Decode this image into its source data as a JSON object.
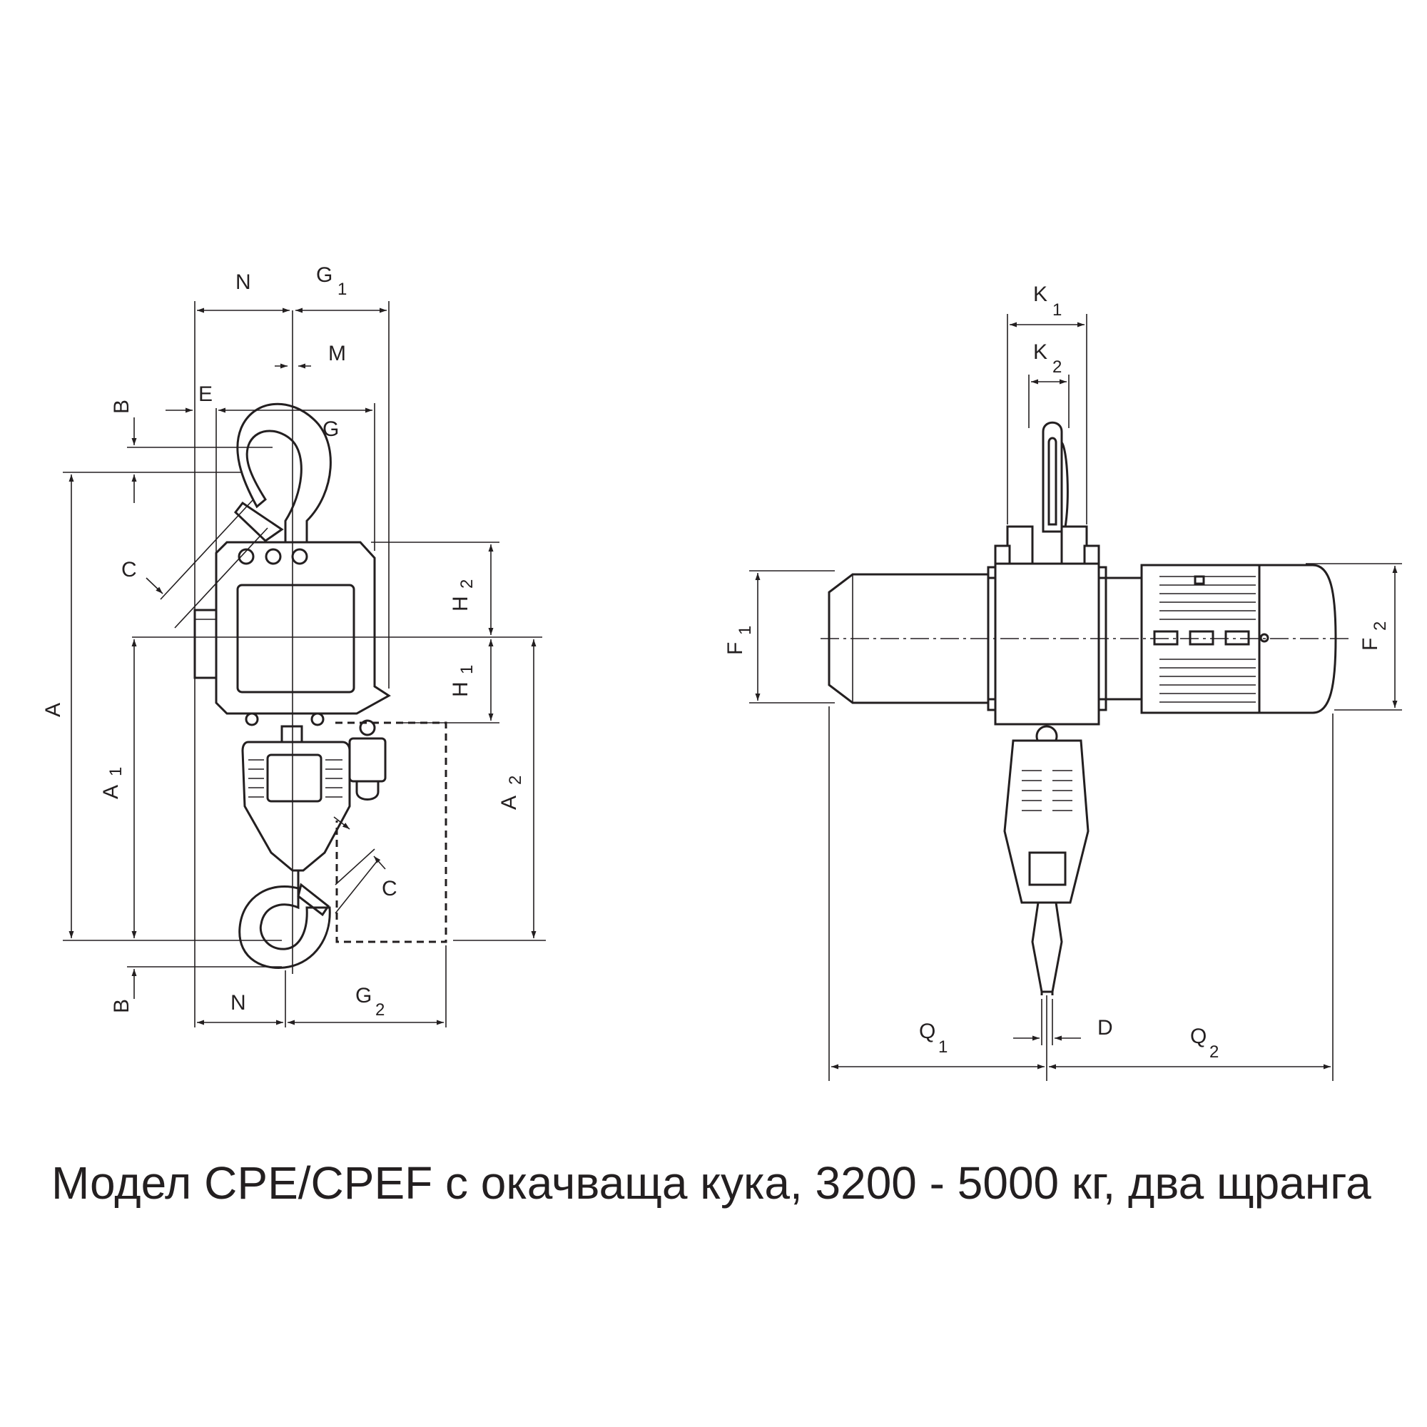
{
  "caption": "Модел CPE/CPEF с окачваща кука, 3200 - 5000 кг, два щранга",
  "labels": {
    "N": "N",
    "G": "G",
    "G1": "G",
    "G1_sub": "1",
    "G2": "G",
    "G2_sub": "2",
    "M": "M",
    "E": "E",
    "B": "B",
    "C": "C",
    "A": "A",
    "A1": "A",
    "A1_sub": "1",
    "A2": "A",
    "A2_sub": "2",
    "H1": "H",
    "H1_sub": "1",
    "H2": "H",
    "H2_sub": "2",
    "K1": "K",
    "K1_sub": "1",
    "K2": "K",
    "K2_sub": "2",
    "F1": "F",
    "F1_sub": "1",
    "F2": "F",
    "F2_sub": "2",
    "Q1": "Q",
    "Q1_sub": "1",
    "Q2": "Q",
    "Q2_sub": "2",
    "D": "D"
  },
  "colors": {
    "line": "#231f20",
    "background": "#ffffff"
  }
}
